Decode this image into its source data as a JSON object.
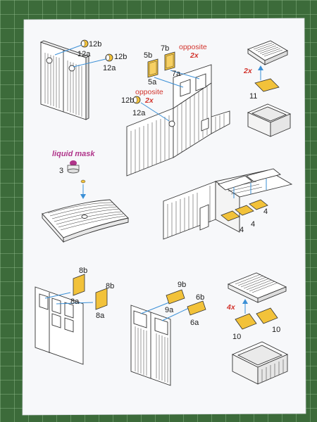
{
  "colors": {
    "mat": "#3c6b3a",
    "grid": "#9ec79a",
    "paper": "#f7f8fa",
    "part_yellow": "#f2c23a",
    "accent_red": "#d2332c",
    "mask_magenta": "#b0348a",
    "arrow_blue": "#3a8fd6"
  },
  "labels": {
    "p12b_top": "12b",
    "p12a_top": "12a",
    "p12b_mid": "12b",
    "p12a_mid": "12a",
    "p5b": "5b",
    "p5a": "5a",
    "p7b": "7b",
    "p7a": "7a",
    "opposite_1": "opposite",
    "times_2x_1": "2x",
    "opposite_2": "opposite",
    "times_2x_2": "2x",
    "p12b_left": "12b",
    "p12a_left": "12a",
    "times_2x_3": "2x",
    "p11": "11",
    "liquid_mask": "liquid mask",
    "p3": "3",
    "p4_a": "4",
    "p4_b": "4",
    "p4_c": "4",
    "p8b_1": "8b",
    "p8a_1": "8a",
    "p8b_2": "8b",
    "p8a_2": "8a",
    "p9b": "9b",
    "p9a": "9a",
    "p6b": "6b",
    "p6a": "6a",
    "times_4x": "4x",
    "p10_a": "10",
    "p10_b": "10"
  }
}
